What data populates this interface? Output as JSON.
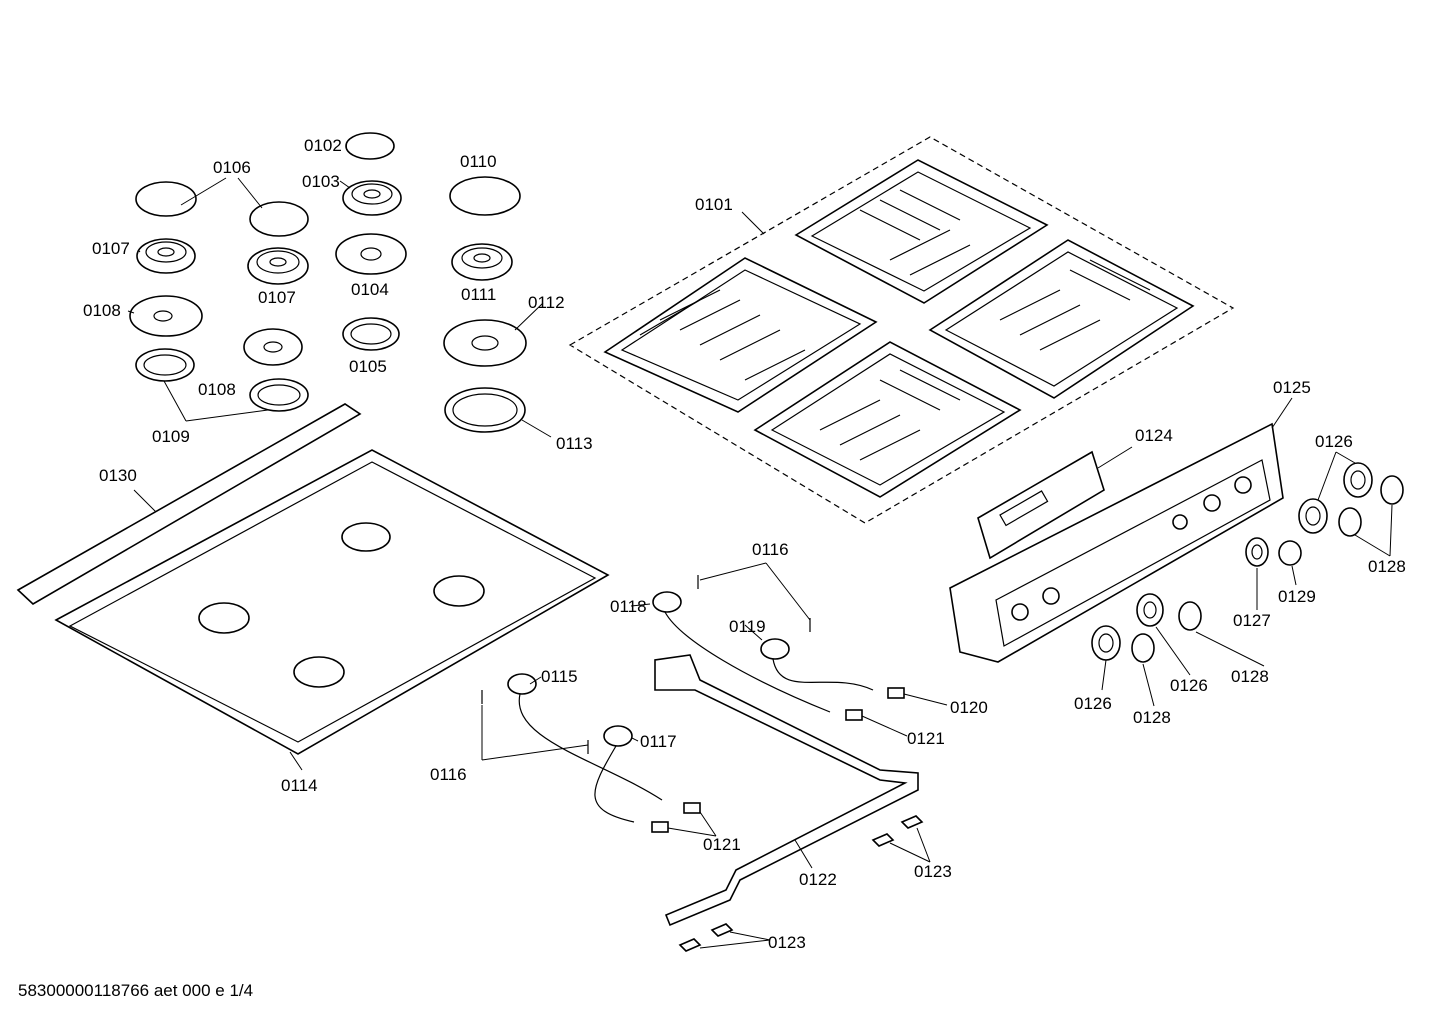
{
  "diagram": {
    "labels": {
      "p0101": "0101",
      "p0102": "0102",
      "p0103": "0103",
      "p0104": "0104",
      "p0105": "0105",
      "p0106": "0106",
      "p0107a": "0107",
      "p0107b": "0107",
      "p0108a": "0108",
      "p0108b": "0108",
      "p0109": "0109",
      "p0110": "0110",
      "p0111": "0111",
      "p0112": "0112",
      "p0113": "0113",
      "p0114": "0114",
      "p0115": "0115",
      "p0116a": "0116",
      "p0116b": "0116",
      "p0117": "0117",
      "p0118": "0118",
      "p0119": "0119",
      "p0120": "0120",
      "p0121a": "0121",
      "p0121b": "0121",
      "p0122": "0122",
      "p0123a": "0123",
      "p0123b": "0123",
      "p0124": "0124",
      "p0125": "0125",
      "p0126a": "0126",
      "p0126b": "0126",
      "p0126c": "0126",
      "p0127": "0127",
      "p0128a": "0128",
      "p0128b": "0128",
      "p0128c": "0128",
      "p0129": "0129",
      "p0130": "0130"
    },
    "footer": "58300000118766 aet 000 e 1/4"
  }
}
